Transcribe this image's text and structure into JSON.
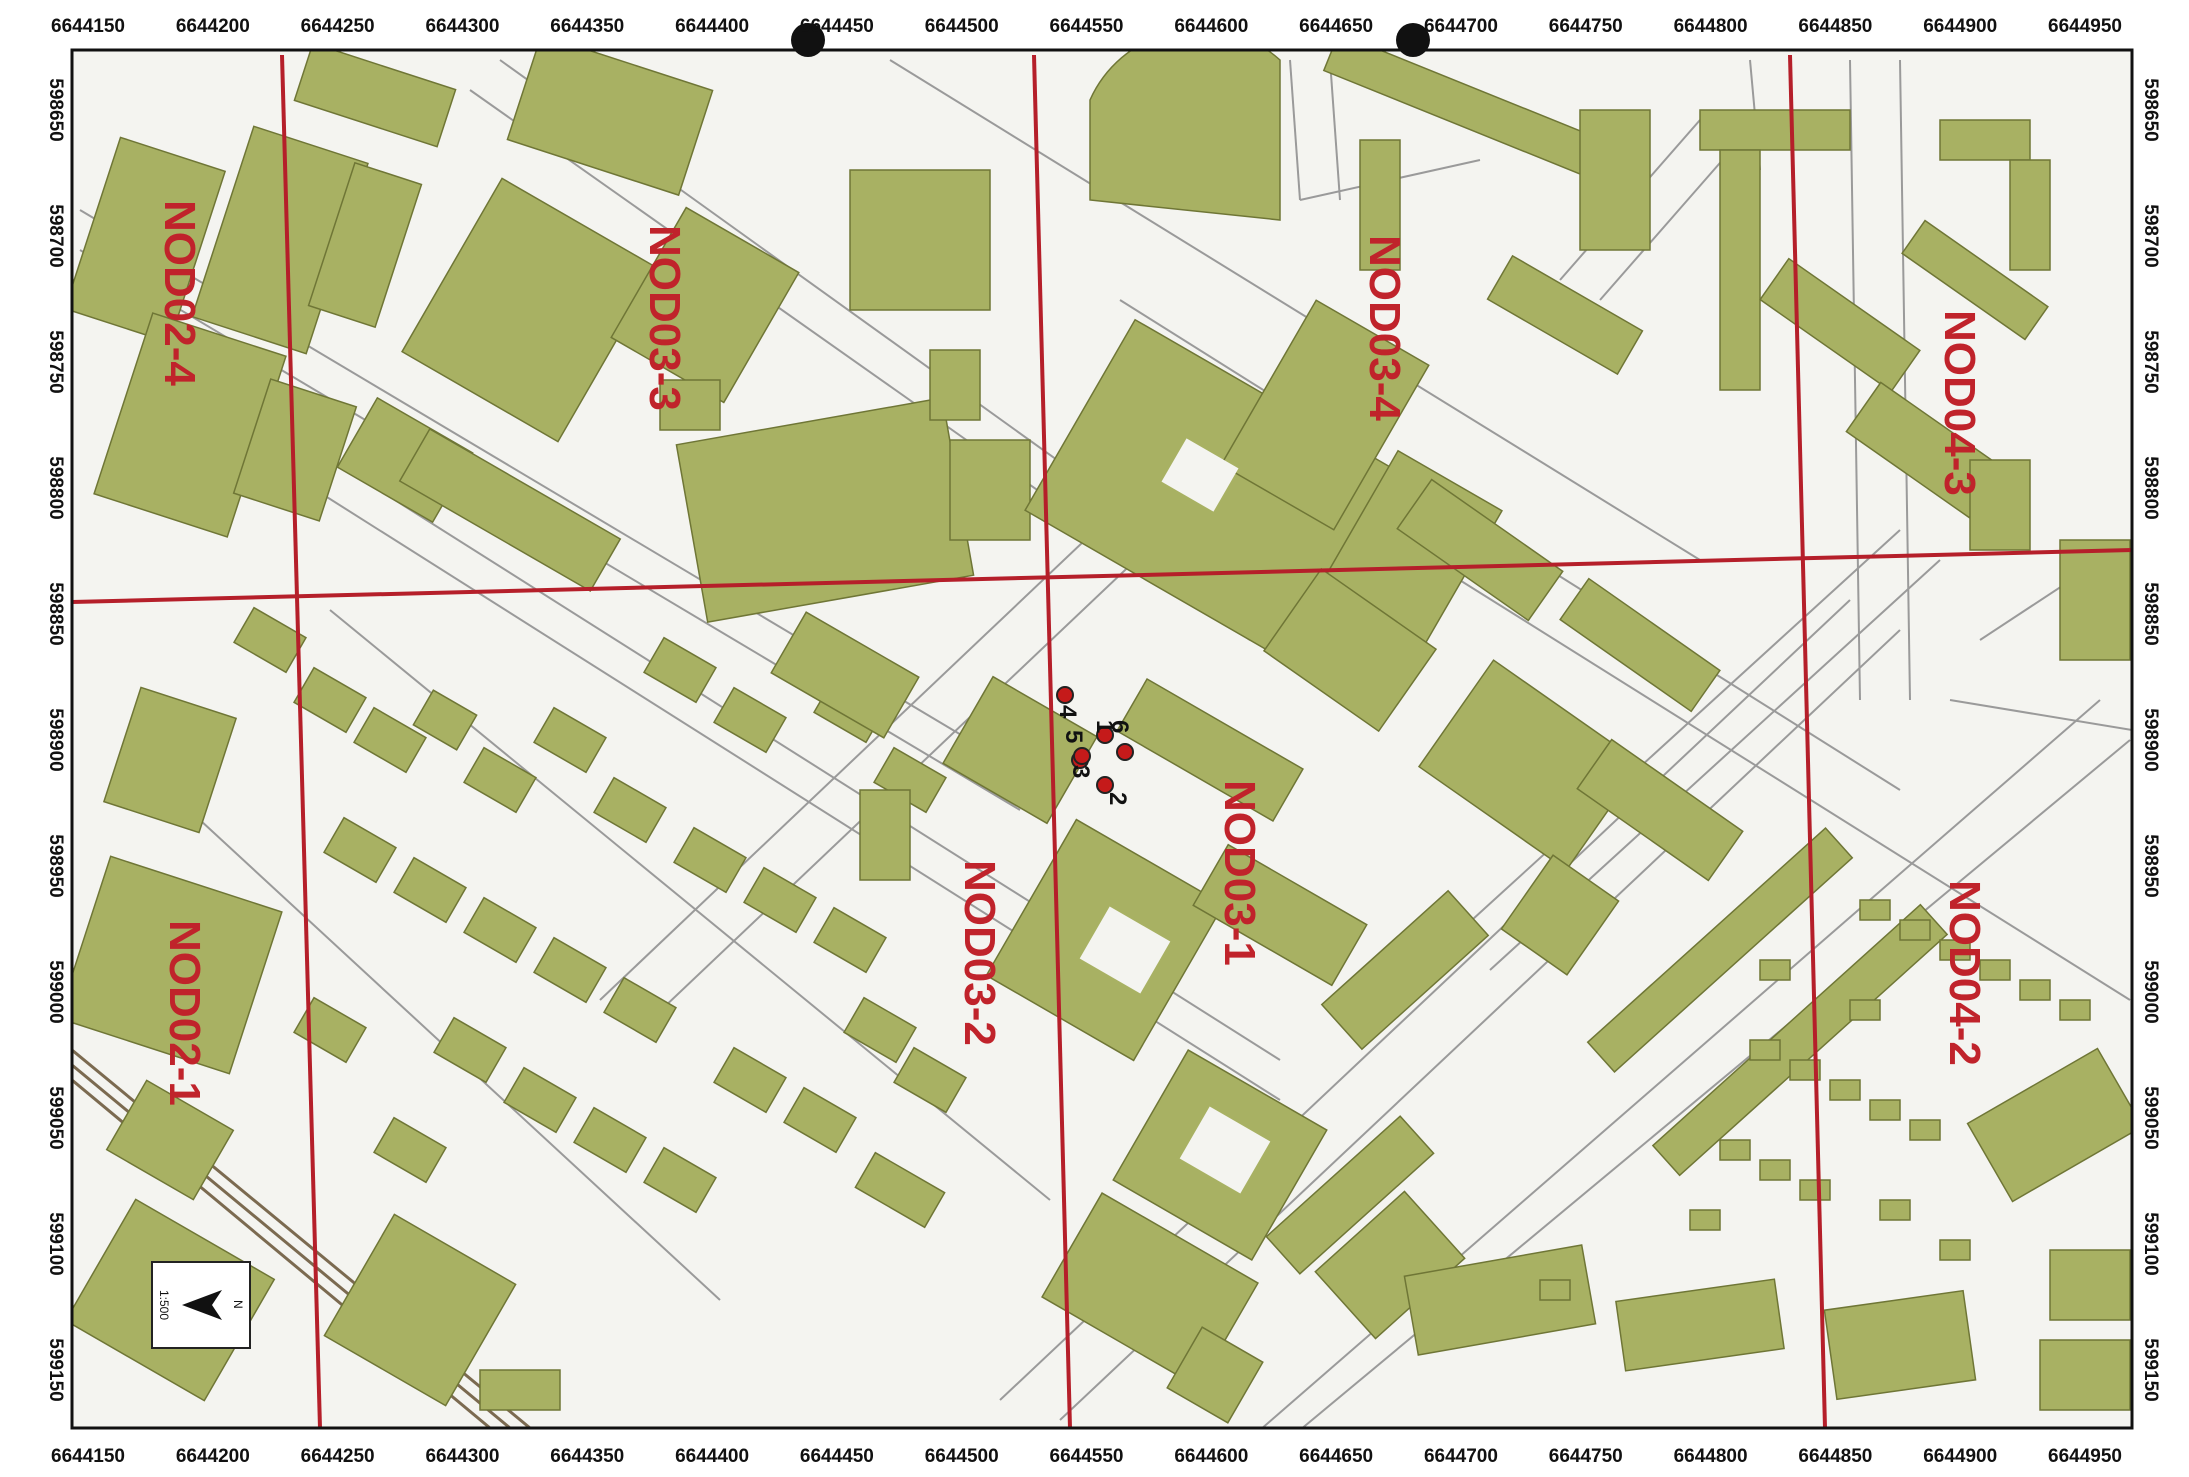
{
  "map": {
    "top_ticks": [
      "6644150",
      "6644200",
      "6644250",
      "6644300",
      "6644350",
      "6644400",
      "6644450",
      "6644500",
      "6644550",
      "6644600",
      "6644650",
      "6644700",
      "6644750",
      "6644800",
      "6644850",
      "6644900",
      "6644950"
    ],
    "bottom_ticks": [
      "6644150",
      "6644200",
      "6644250",
      "6644300",
      "6644350",
      "6644400",
      "6644450",
      "6644500",
      "6644550",
      "6644600",
      "6644650",
      "6644700",
      "6644750",
      "6644800",
      "6644850",
      "6644900",
      "6644950"
    ],
    "side_ticks": [
      "598650",
      "598700",
      "598750",
      "598800",
      "598850",
      "598900",
      "598950",
      "599000",
      "599050",
      "599100",
      "599150"
    ],
    "grid_labels": [
      "NOD02-4",
      "NOD03-3",
      "NOD03-4",
      "NOD04-3",
      "NOD02-1",
      "NOD03-2",
      "NOD03-1",
      "NOD04-2"
    ],
    "point_labels": [
      "1",
      "2",
      "3",
      "4",
      "5",
      "6"
    ],
    "north_arrow": {
      "letter": "N",
      "scale": "1:500"
    },
    "colors": {
      "building": "#a8b163",
      "building_stroke": "#6f7636",
      "grid_line": "#b51f2a",
      "grid_label": "#c0232b",
      "road_edge": "#8a8a8a",
      "marker": "#c51a1a"
    }
  }
}
